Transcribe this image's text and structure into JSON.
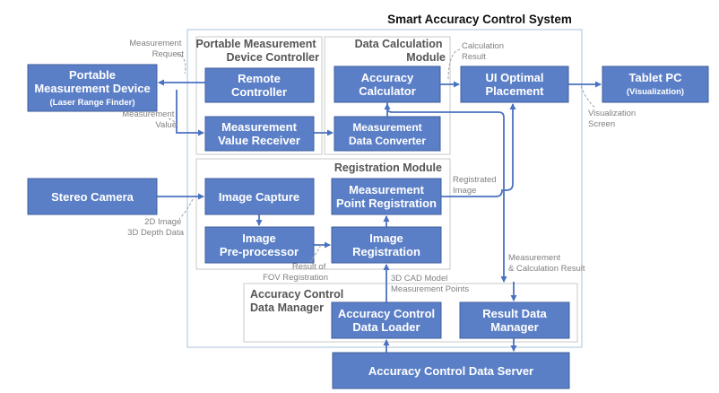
{
  "system_title": "Smart Accuracy Control System",
  "modules": {
    "portable_controller": [
      "Portable Measurement",
      "Device Controller"
    ],
    "data_calc": [
      "Data Calculation",
      "Module"
    ],
    "registration": [
      "Registration Module"
    ],
    "acc_data_manager": [
      "Accuracy Control",
      "Data Manager"
    ]
  },
  "blocks": {
    "portable_device": {
      "lines": [
        "Portable",
        "Measurement Device"
      ],
      "sub": "(Laser Range Finder)"
    },
    "remote_controller": {
      "lines": [
        "Remote",
        "Controller"
      ]
    },
    "measurement_value_receiver": {
      "lines": [
        "Measurement",
        "Value Receiver"
      ]
    },
    "accuracy_calculator": {
      "lines": [
        "Accuracy",
        "Calculator"
      ]
    },
    "measurement_data_converter": {
      "lines": [
        "Measurement",
        "Data Converter"
      ]
    },
    "ui_optimal_placement": {
      "lines": [
        "UI Optimal",
        "Placement"
      ]
    },
    "tablet_pc": {
      "lines": [
        "Tablet PC"
      ],
      "sub": "(Visualization)"
    },
    "stereo_camera": {
      "lines": [
        "Stereo Camera"
      ]
    },
    "image_capture": {
      "lines": [
        "Image Capture"
      ]
    },
    "measurement_point_registration": {
      "lines": [
        "Measurement",
        "Point Registration"
      ]
    },
    "image_preprocessor": {
      "lines": [
        "Image",
        "Pre-processor"
      ]
    },
    "image_registration": {
      "lines": [
        "Image",
        "Registration"
      ]
    },
    "accuracy_control_data_loader": {
      "lines": [
        "Accuracy Control",
        "Data Loader"
      ]
    },
    "result_data_manager": {
      "lines": [
        "Result Data",
        "Manager"
      ]
    },
    "accuracy_control_data_server": {
      "lines": [
        "Accuracy Control Data Server"
      ]
    }
  },
  "labels": {
    "measurement_request": [
      "Measurement",
      "Request"
    ],
    "measurement_value": [
      "Measurement",
      "Value"
    ],
    "calculation_result": [
      "Calculation",
      "Result"
    ],
    "visualization_screen": [
      "Visualization",
      "Screen"
    ],
    "registrated_image": [
      "Registrated",
      "Image"
    ],
    "image_depth": [
      "2D Image",
      "3D Depth Data"
    ],
    "fov_registration": [
      "Result of",
      "FOV Registration"
    ],
    "cad_model": [
      "3D CAD Model",
      "Measurement Points"
    ],
    "meas_calc_result": [
      "Measurement",
      "& Calculation Result"
    ]
  }
}
